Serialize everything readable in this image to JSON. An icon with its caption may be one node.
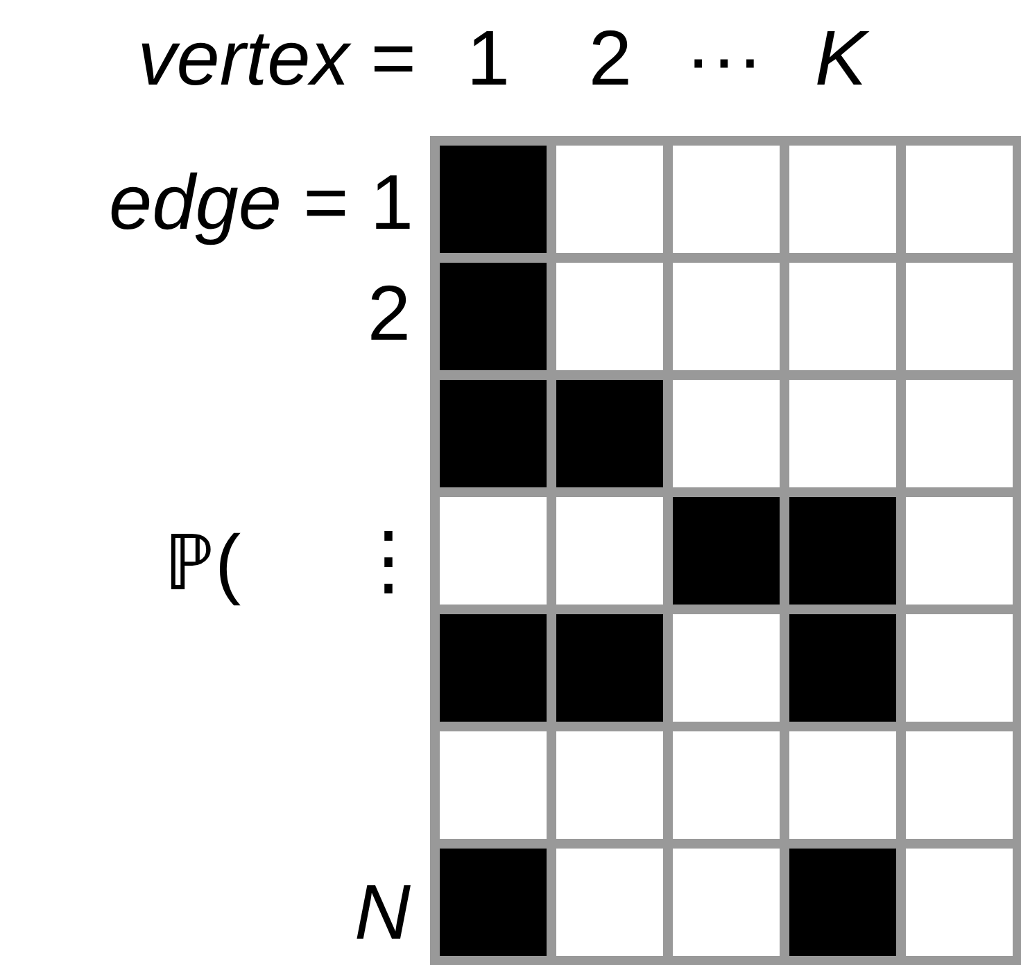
{
  "diagram": {
    "labels": [
      "*vertex* =",
      "1",
      "2",
      "···",
      "K",
      "*edge* = 1",
      "2",
      "ℙ(",
      "⋮",
      "N"
    ]
  }
}
